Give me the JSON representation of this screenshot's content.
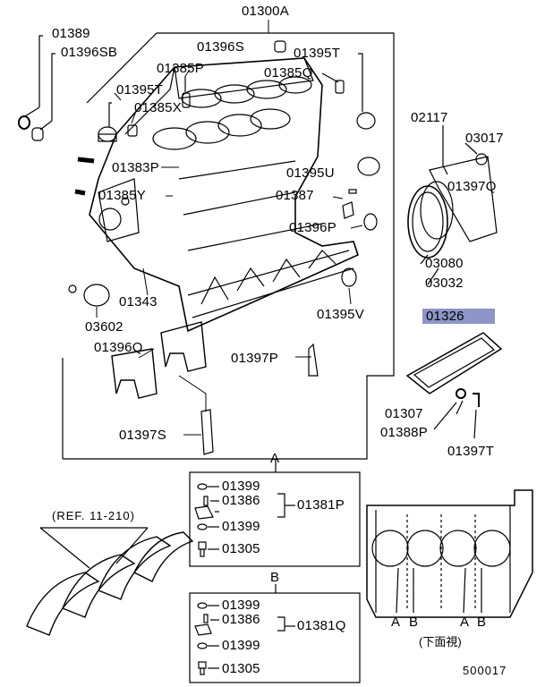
{
  "diagram": {
    "main_part": "01300A",
    "labels": {
      "p01389": "01389",
      "p01396SB": "01396SB",
      "p01396S": "01396S",
      "p01395T_a": "01395T",
      "p01385P": "01385P",
      "p01385Q": "01385Q",
      "p01395T_b": "01395T",
      "p01385X": "01385X",
      "p02117": "02117",
      "p03017": "03017",
      "p01383P": "01383P",
      "p01395U": "01395U",
      "p01397Q": "01397Q",
      "p01385Y": "01385Y",
      "p01387": "01387",
      "p01396P": "01396P",
      "p03080": "03080",
      "p03032": "03032",
      "p01343": "01343",
      "p01326": "01326",
      "p03602": "03602",
      "p01395V": "01395V",
      "p01396Q": "01396Q",
      "p01397P": "01397P",
      "p01307": "01307",
      "p01388P": "01388P",
      "p01397S": "01397S",
      "p01397T": "01397T"
    },
    "ref_label": "(REF. 11-210)",
    "box_a": {
      "title": "A",
      "items": [
        "01399",
        "01386",
        "01381P",
        "01399",
        "01305"
      ]
    },
    "box_b": {
      "title": "B",
      "items": [
        "01399",
        "01386",
        "01381Q",
        "01399",
        "01305"
      ]
    },
    "view_labels": [
      "A",
      "B",
      "A",
      "B"
    ],
    "view_caption": "(下面視)",
    "figure_id": "500017",
    "highlight_color": "#8e95c7"
  }
}
